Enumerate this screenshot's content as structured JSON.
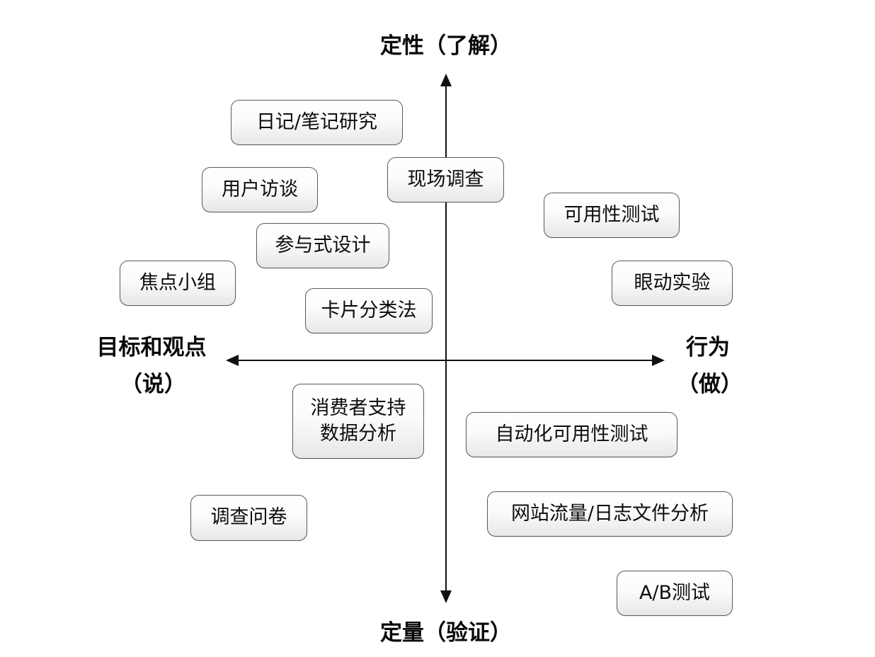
{
  "axes": {
    "top": "定性（了解）",
    "bottom": "定量（验证）",
    "left_line1": "目标和观点",
    "left_line2": "（说）",
    "right_line1": "行为",
    "right_line2": "（做）"
  },
  "methods": {
    "diary_study": "日记/笔记研究",
    "field_study": "现场调查",
    "user_interview": "用户访谈",
    "usability_test": "可用性测试",
    "participatory_design": "参与式设计",
    "focus_group": "焦点小组",
    "eye_tracking": "眼动实验",
    "card_sorting": "卡片分类法",
    "customer_support": "消费者支持\n数据分析",
    "automated_usability": "自动化可用性测试",
    "survey": "调查问卷",
    "web_analytics": "网站流量/日志文件分析",
    "ab_test": "A/B测试"
  },
  "colors": {
    "axis_line": "#111111",
    "box_border": "#5a5a5a",
    "box_fill_top": "#ffffff",
    "box_fill_bottom": "#e7e7e7",
    "text": "#0d0d0d"
  }
}
